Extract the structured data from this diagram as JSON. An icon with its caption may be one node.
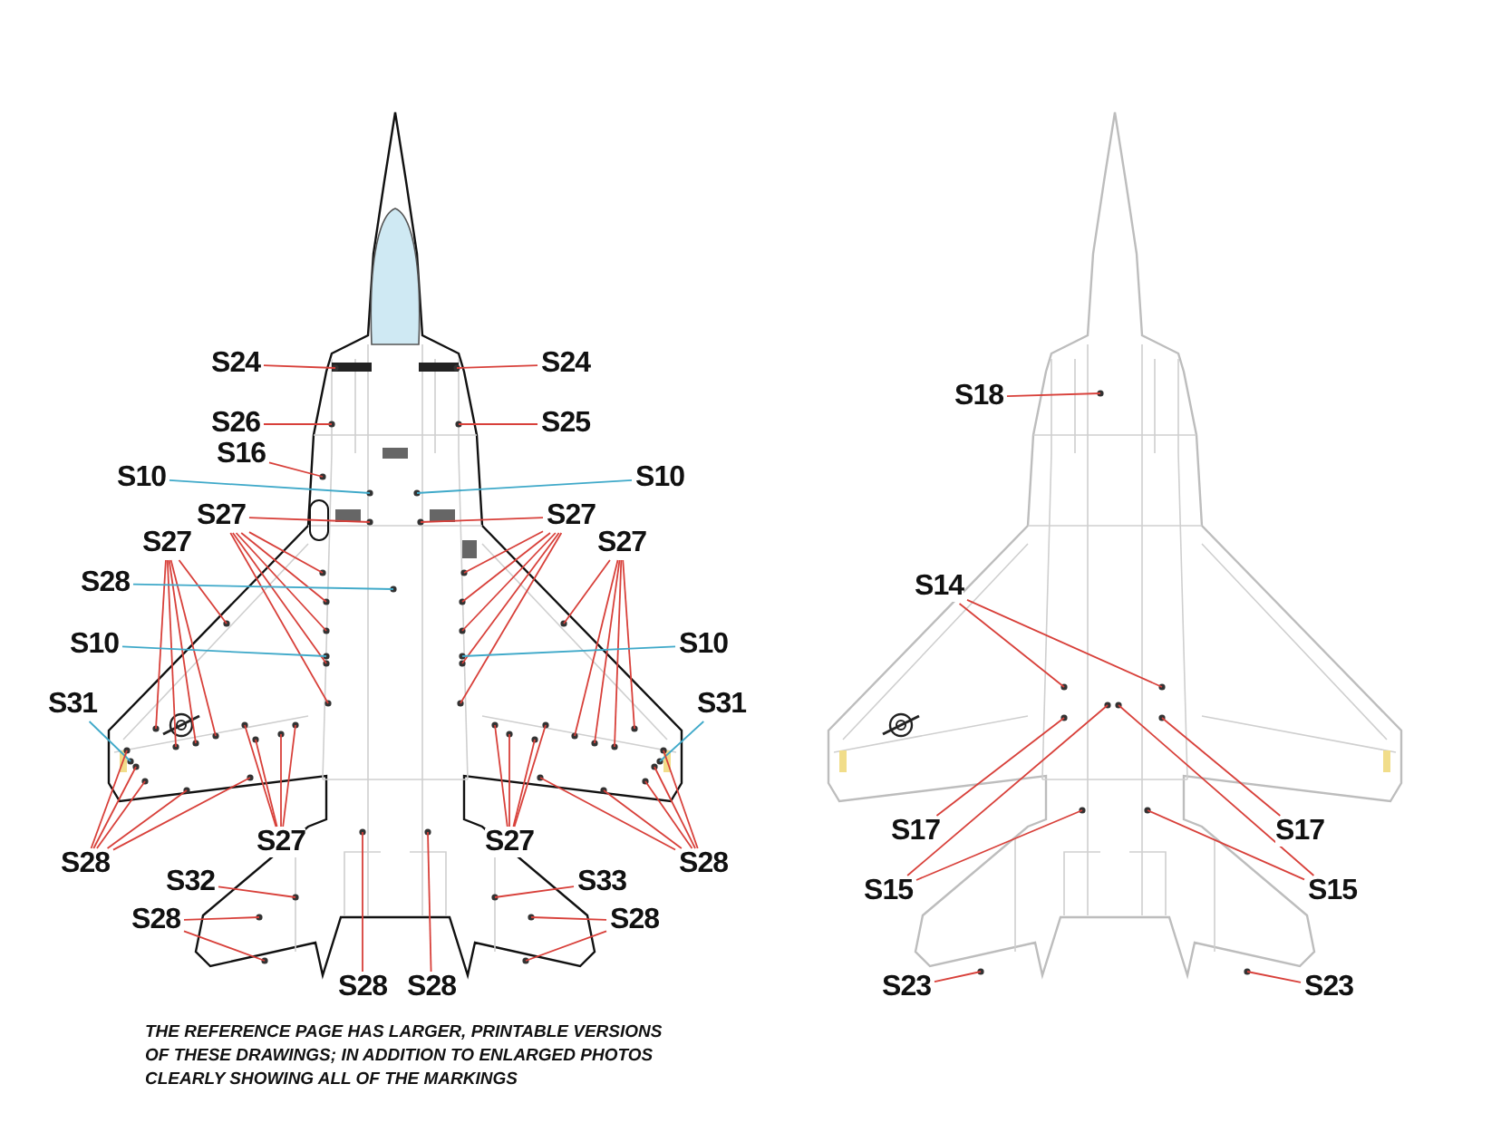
{
  "diagram": {
    "nodes": [
      {
        "text": [
          "S24"
        ]
      },
      {
        "text": [
          "S24"
        ]
      },
      {
        "text": [
          "S26"
        ]
      },
      {
        "text": [
          "S25"
        ]
      },
      {
        "text": [
          "S16"
        ]
      },
      {
        "text": [
          "S10"
        ]
      },
      {
        "text": [
          "S10"
        ]
      },
      {
        "text": [
          "S27"
        ]
      },
      {
        "text": [
          "S27"
        ]
      },
      {
        "text": [
          "S27"
        ]
      },
      {
        "text": [
          "S27"
        ]
      },
      {
        "text": [
          "S28"
        ]
      },
      {
        "text": [
          "S10"
        ]
      },
      {
        "text": [
          "S10"
        ]
      },
      {
        "text": [
          "S31"
        ]
      },
      {
        "text": [
          "S31"
        ]
      },
      {
        "text": [
          "S28"
        ]
      },
      {
        "text": [
          "S28"
        ]
      },
      {
        "text": [
          "S27"
        ]
      },
      {
        "text": [
          "S27"
        ]
      },
      {
        "text": [
          "S32"
        ]
      },
      {
        "text": [
          "S33"
        ]
      },
      {
        "text": [
          "S28"
        ]
      },
      {
        "text": [
          "S28"
        ]
      },
      {
        "text": [
          "S28"
        ]
      },
      {
        "text": [
          "S28"
        ]
      },
      {
        "text": [
          "S18"
        ]
      },
      {
        "text": [
          "S14"
        ]
      },
      {
        "text": [
          "S17"
        ]
      },
      {
        "text": [
          "S17"
        ]
      },
      {
        "text": [
          "S15"
        ]
      },
      {
        "text": [
          "S15"
        ]
      },
      {
        "text": [
          "S23"
        ]
      },
      {
        "text": [
          "S23"
        ]
      }
    ],
    "edges": [
      {
        "from": 0,
        "to": null,
        "arrow": "none"
      },
      {
        "from": 1,
        "to": null,
        "arrow": "none"
      },
      {
        "from": 2,
        "to": null,
        "arrow": "none"
      },
      {
        "from": 3,
        "to": null,
        "arrow": "none"
      },
      {
        "from": 4,
        "to": null,
        "arrow": "none"
      },
      {
        "from": 5,
        "to": null,
        "arrow": "none",
        "color": "#3fa9c9"
      },
      {
        "from": 6,
        "to": null,
        "arrow": "none",
        "color": "#3fa9c9"
      },
      {
        "from": 7,
        "to": null,
        "arrow": "none"
      },
      {
        "from": 7,
        "to": null,
        "arrow": "none"
      },
      {
        "from": 7,
        "to": null,
        "arrow": "none"
      },
      {
        "from": 7,
        "to": null,
        "arrow": "none"
      },
      {
        "from": 7,
        "to": null,
        "arrow": "none"
      },
      {
        "from": 7,
        "to": null,
        "arrow": "none"
      },
      {
        "from": 8,
        "to": null,
        "arrow": "none"
      },
      {
        "from": 8,
        "to": null,
        "arrow": "none"
      },
      {
        "from": 8,
        "to": null,
        "arrow": "none"
      },
      {
        "from": 8,
        "to": null,
        "arrow": "none"
      },
      {
        "from": 8,
        "to": null,
        "arrow": "none"
      },
      {
        "from": 8,
        "to": null,
        "arrow": "none"
      },
      {
        "from": 9,
        "to": null,
        "arrow": "none"
      },
      {
        "from": 9,
        "to": null,
        "arrow": "none"
      },
      {
        "from": 9,
        "to": null,
        "arrow": "none"
      },
      {
        "from": 9,
        "to": null,
        "arrow": "none"
      },
      {
        "from": 9,
        "to": null,
        "arrow": "none"
      },
      {
        "from": 10,
        "to": null,
        "arrow": "none"
      },
      {
        "from": 10,
        "to": null,
        "arrow": "none"
      },
      {
        "from": 10,
        "to": null,
        "arrow": "none"
      },
      {
        "from": 10,
        "to": null,
        "arrow": "none"
      },
      {
        "from": 10,
        "to": null,
        "arrow": "none"
      },
      {
        "from": 11,
        "to": null,
        "arrow": "none",
        "color": "#3fa9c9"
      },
      {
        "from": 12,
        "to": null,
        "arrow": "none",
        "color": "#3fa9c9"
      },
      {
        "from": 13,
        "to": null,
        "arrow": "none",
        "color": "#3fa9c9"
      },
      {
        "from": 14,
        "to": null,
        "arrow": "none",
        "color": "#3fa9c9"
      },
      {
        "from": 15,
        "to": null,
        "arrow": "none",
        "color": "#3fa9c9"
      },
      {
        "from": 16,
        "to": null,
        "arrow": "none"
      },
      {
        "from": 16,
        "to": null,
        "arrow": "none"
      },
      {
        "from": 16,
        "to": null,
        "arrow": "none"
      },
      {
        "from": 16,
        "to": null,
        "arrow": "none"
      },
      {
        "from": 16,
        "to": null,
        "arrow": "none"
      },
      {
        "from": 17,
        "to": null,
        "arrow": "none"
      },
      {
        "from": 17,
        "to": null,
        "arrow": "none"
      },
      {
        "from": 17,
        "to": null,
        "arrow": "none"
      },
      {
        "from": 17,
        "to": null,
        "arrow": "none"
      },
      {
        "from": 17,
        "to": null,
        "arrow": "none"
      },
      {
        "from": 18,
        "to": null,
        "arrow": "none"
      },
      {
        "from": 18,
        "to": null,
        "arrow": "none"
      },
      {
        "from": 18,
        "to": null,
        "arrow": "none"
      },
      {
        "from": 18,
        "to": null,
        "arrow": "none"
      },
      {
        "from": 19,
        "to": null,
        "arrow": "none"
      },
      {
        "from": 19,
        "to": null,
        "arrow": "none"
      },
      {
        "from": 19,
        "to": null,
        "arrow": "none"
      },
      {
        "from": 19,
        "to": null,
        "arrow": "none"
      },
      {
        "from": 20,
        "to": null,
        "arrow": "none"
      },
      {
        "from": 21,
        "to": null,
        "arrow": "none"
      },
      {
        "from": 22,
        "to": null,
        "arrow": "none"
      },
      {
        "from": 22,
        "to": null,
        "arrow": "none"
      },
      {
        "from": 23,
        "to": null,
        "arrow": "none"
      },
      {
        "from": 23,
        "to": null,
        "arrow": "none"
      },
      {
        "from": 24,
        "to": null,
        "arrow": "none"
      },
      {
        "from": 25,
        "to": null,
        "arrow": "none"
      },
      {
        "from": 26,
        "to": null,
        "arrow": "none"
      },
      {
        "from": 27,
        "to": null,
        "arrow": "none"
      },
      {
        "from": 27,
        "to": null,
        "arrow": "none"
      },
      {
        "from": 28,
        "to": null,
        "arrow": "none"
      },
      {
        "from": 29,
        "to": null,
        "arrow": "none"
      },
      {
        "from": 30,
        "to": null,
        "arrow": "none"
      },
      {
        "from": 30,
        "to": null,
        "arrow": "none"
      },
      {
        "from": 31,
        "to": null,
        "arrow": "none"
      },
      {
        "from": 31,
        "to": null,
        "arrow": "none"
      },
      {
        "from": 32,
        "to": null,
        "arrow": "none"
      },
      {
        "from": 33,
        "to": null,
        "arrow": "none"
      }
    ],
    "labels": [
      "THE REFERENCE PAGE HAS LARGER, PRINTABLE VERSIONS OF THESE DRAWINGS; IN ADDITION TO ENLARGED PHOTOS CLEARLY SHOWING ALL OF THE MARKINGS"
    ]
  }
}
